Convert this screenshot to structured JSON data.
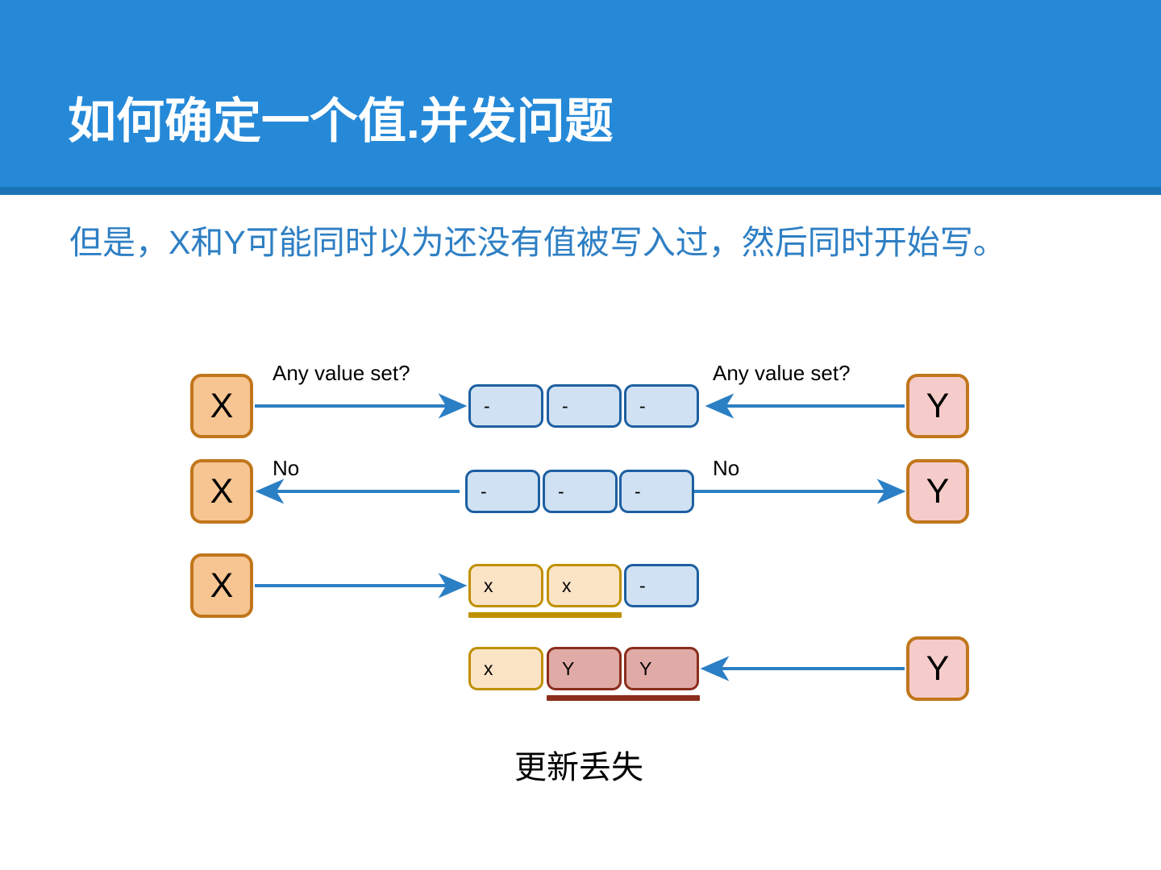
{
  "slide": {
    "title": "如何确定一个值.并发问题",
    "header_color": "#2589d8",
    "header_accent_color": "#1b74b8",
    "body_text_color": "#2e7fc4",
    "body_text": "但是，X和Y可能同时以为还没有值被写入过，然后同时开始写。",
    "caption": "更新丢失"
  },
  "diagram": {
    "actors": {
      "x_label": "X",
      "y_label": "Y",
      "x_fill": "#f7c592",
      "y_fill": "#f6ccca",
      "actor_border": "#c1761c"
    },
    "arrow_color": "#2b7fc4",
    "cell_colors": {
      "empty_fill": "#cfe1f2",
      "empty_border": "#1d5fa1",
      "written_x_fill": "#fbe3c6",
      "written_x_border": "#bf9000",
      "written_y_fill": "#e0aaa6",
      "written_y_border": "#8b2d1c"
    },
    "rows": [
      {
        "name": "row-query",
        "left_actor": "X",
        "right_actor": "Y",
        "left_label": "Any value set?",
        "right_label": "Any value set?",
        "cells": [
          "-",
          "-",
          "-"
        ]
      },
      {
        "name": "row-answer",
        "left_actor": "X",
        "right_actor": "Y",
        "left_label": "No",
        "right_label": "No",
        "cells": [
          "-",
          "-",
          "-"
        ]
      },
      {
        "name": "row-x-write",
        "left_actor": "X",
        "right_actor": "",
        "left_label": "",
        "right_label": "",
        "cells": [
          "x",
          "x",
          "-"
        ]
      },
      {
        "name": "row-y-write",
        "left_actor": "",
        "right_actor": "Y",
        "left_label": "",
        "right_label": "",
        "cells": [
          "x",
          "Y",
          "Y"
        ]
      }
    ]
  }
}
